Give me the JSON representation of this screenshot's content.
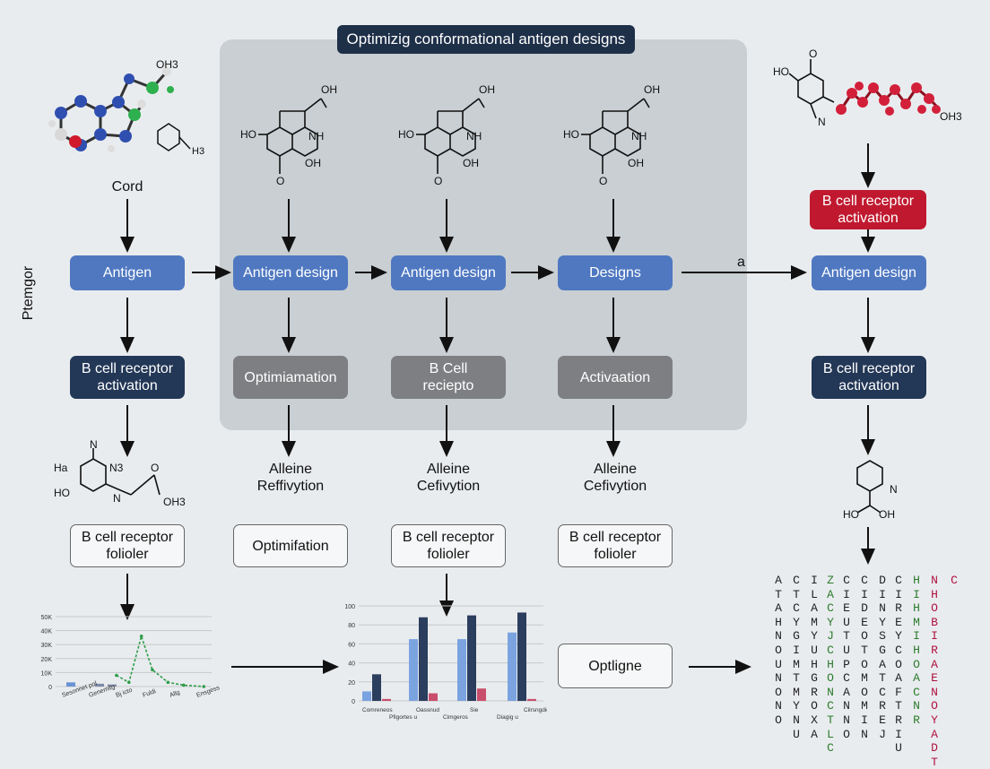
{
  "title": "Optimizig conformational antigen designs",
  "side_label": "Ptemgor",
  "arrow_label": "a",
  "colors": {
    "primary": "#4f78c1",
    "dark": "#233756",
    "gray": "#7d7f82",
    "alert": "#c0192f",
    "panel": "#c9cfd3"
  },
  "columns": [
    {
      "top_label": "Cord",
      "node": "Antigen",
      "mid": "B cell receptor activation",
      "bottom": "B cell receptor folioler"
    },
    {
      "node": "Antigen design",
      "mid": "Optimiamation",
      "result": "Alleine Reffivytion",
      "bottom": "Optimifation"
    },
    {
      "node": "Antigen design",
      "mid": "B Cell reciepto",
      "result": "Alleine Cefivytion",
      "bottom": "B cell receptor folioler"
    },
    {
      "node": "Designs",
      "mid": "Activaation",
      "result": "Alleine Cefivytion",
      "bottom": "B cell receptor folioler"
    },
    {
      "top_box": "B cell receptor activation",
      "node": "Antigen design",
      "mid": "B cell receptor activation"
    }
  ],
  "optligne": "Optligne",
  "molecule_labels": {
    "top_left_a": "OH3",
    "top_left_b": "H3",
    "ring_oh": "OH",
    "ring_ho": "HO",
    "ring_nh": "NH",
    "ring_o": "O",
    "top_right_ho": "HO",
    "top_right_o": "O",
    "top_right_no": "N",
    "top_right_oh": "OH3",
    "bottom_left_ha": "Ha",
    "bottom_left_n": "N",
    "bottom_left_n2": "N3",
    "bottom_left_ho": "HO",
    "bottom_left_o": "O",
    "bottom_left_oh": "OH3",
    "bottom_right_n": "N",
    "bottom_right_ho": "HO",
    "bottom_right_oh": "OH"
  },
  "chart_data": [
    {
      "type": "line",
      "y_ticks": [
        "50K",
        "40K",
        "30K",
        "20K",
        "10K",
        "0"
      ],
      "categories": [
        "Sesonnet pol",
        "Genemitg",
        "Bj icto",
        "Fuldi",
        "Allg",
        "Ensgess"
      ],
      "bars": [
        3,
        2,
        1.5
      ],
      "line_points": [
        [
          0.39,
          8
        ],
        [
          0.47,
          3
        ],
        [
          0.55,
          36
        ],
        [
          0.62,
          12
        ],
        [
          0.72,
          3
        ],
        [
          0.82,
          1
        ],
        [
          0.95,
          0
        ]
      ],
      "grid": true
    },
    {
      "type": "bar",
      "y_ticks": [
        "100",
        "80",
        "60",
        "40",
        "20",
        "0"
      ],
      "categories": [
        "Comreneos",
        "Pfigortes u",
        "Oassnud",
        "Cimgeros",
        "Sie",
        "Diagig u",
        "Cilrsngdigs"
      ],
      "series": [
        {
          "color": "#7aa3e0",
          "values": [
            10,
            65,
            65,
            72
          ]
        },
        {
          "color": "#2c3e5e",
          "values": [
            28,
            88,
            90,
            93
          ]
        },
        {
          "color": "#c94d6c",
          "values": [
            2,
            8,
            13,
            2
          ]
        }
      ],
      "grid": true
    }
  ],
  "sequence_columns": [
    "ATAHNOUNONO",
    "CTCYGIMTMYNU",
    "ILAMYUHGROXA",
    "ZACYJCHONCTLC",
    "CIEUTUPCANNO",
    "CIDEOTOMOMIN",
    "DINYSGATCREJ",
    "CIREYCOAFTRIU",
    "HIHMIHOACNR",
    "NHOBIRAENOYADT",
    "C"
  ],
  "sequence_colors": [
    "#222",
    "#222",
    "#222",
    "#2b7b2b",
    "#222",
    "#222",
    "#222",
    "#222",
    "#2b7b2b",
    "#b0123f",
    "#b0123f"
  ]
}
